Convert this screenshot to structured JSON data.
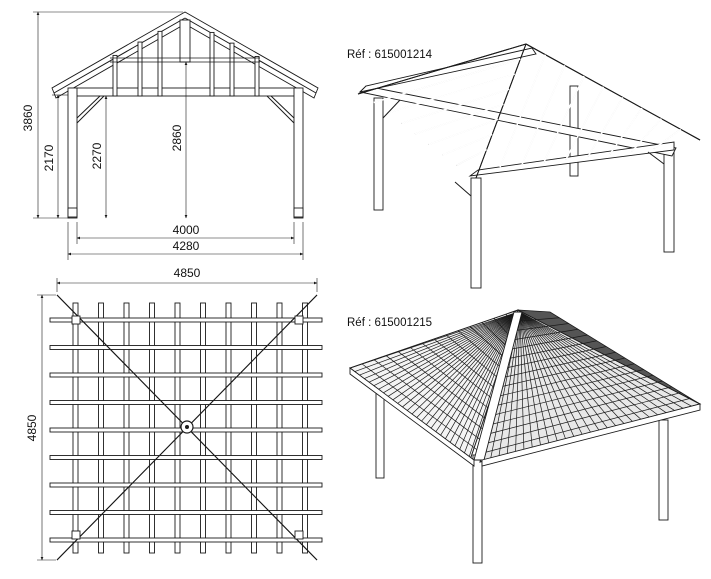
{
  "front_view": {
    "dim_height_total": "3860",
    "dim_height_post": "2170",
    "dim_height_beam": "2270",
    "dim_height_ridge": "2860",
    "dim_width_inner": "4000",
    "dim_width_outer": "4280"
  },
  "plan_view": {
    "dim_width": "4850",
    "dim_depth": "4850"
  },
  "view_frame": {
    "ref": "Réf : 615001214"
  },
  "view_roof": {
    "ref": "Réf : 615001215"
  }
}
